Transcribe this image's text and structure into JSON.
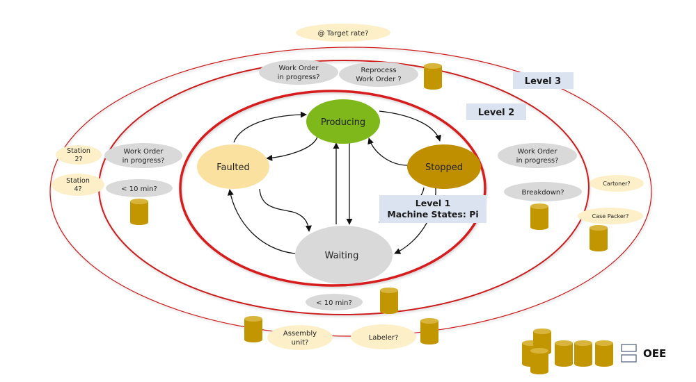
{
  "colors": {
    "ring_red": "#cc1f1f",
    "producing": "#7fb81a",
    "faulted": "#fbe1a0",
    "stopped": "#bf8f00",
    "waiting": "#d9d9d9",
    "question_gray": "#d9d9d9",
    "question_cream": "#fdf0c8",
    "level_box": "#dbe3f1",
    "cylinder": "#c29600",
    "cylinder_top": "#d9b43a"
  },
  "states": {
    "producing": "Producing",
    "faulted": "Faulted",
    "stopped": "Stopped",
    "waiting": "Waiting"
  },
  "levels": {
    "level1_line1": "Level 1",
    "level1_line2": "Machine States: Pi",
    "level2": "Level 2",
    "level3": "Level 3"
  },
  "level2_questions": {
    "top_left": [
      "Work Order",
      "in progress?"
    ],
    "top_right": [
      "Reprocess",
      "Work Order ?"
    ],
    "left_1": [
      "Work Order",
      "in progress?"
    ],
    "left_2": [
      "< 10 min?"
    ],
    "right_1": [
      "Work Order",
      "in progress?"
    ],
    "right_2": [
      "Breakdown?"
    ],
    "bottom": [
      "< 10 min?"
    ]
  },
  "level3_questions": {
    "top": [
      "@ Target rate?"
    ],
    "station2": [
      "Station",
      "2?"
    ],
    "station4": [
      "Station",
      "4?"
    ],
    "cartoner": [
      "Cartoner?"
    ],
    "case_packer": [
      "Case Packer?"
    ],
    "assembly": [
      "Assembly",
      "unit?"
    ],
    "labeler": [
      "Labeler?"
    ]
  },
  "legend": {
    "oee_label": "OEE"
  }
}
